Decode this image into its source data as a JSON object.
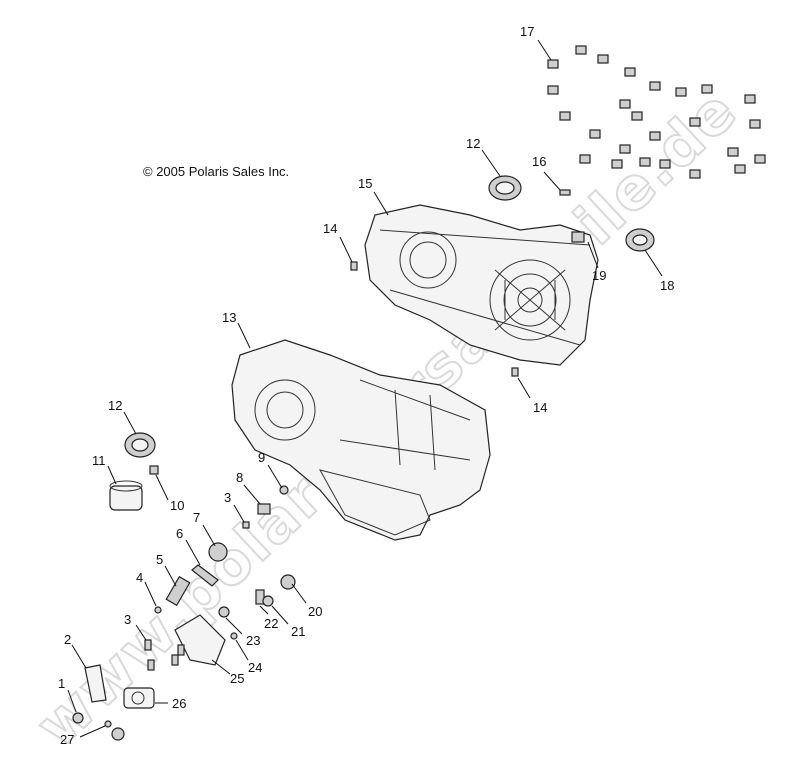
{
  "copyright": "© 2005 Polaris Sales Inc.",
  "watermark": "www.polaris-ersatzteile.de",
  "callouts": {
    "c1": "1",
    "c2": "2",
    "c3a": "3",
    "c3b": "3",
    "c4": "4",
    "c5": "5",
    "c6": "6",
    "c7": "7",
    "c8": "8",
    "c9": "9",
    "c10": "10",
    "c11": "11",
    "c12a": "12",
    "c12b": "12",
    "c13": "13",
    "c14a": "14",
    "c14b": "14",
    "c15": "15",
    "c16": "16",
    "c17": "17",
    "c18": "18",
    "c19": "19",
    "c20": "20",
    "c21": "21",
    "c22": "22",
    "c23": "23",
    "c24": "24",
    "c25": "25",
    "c26": "26",
    "c27": "27"
  }
}
